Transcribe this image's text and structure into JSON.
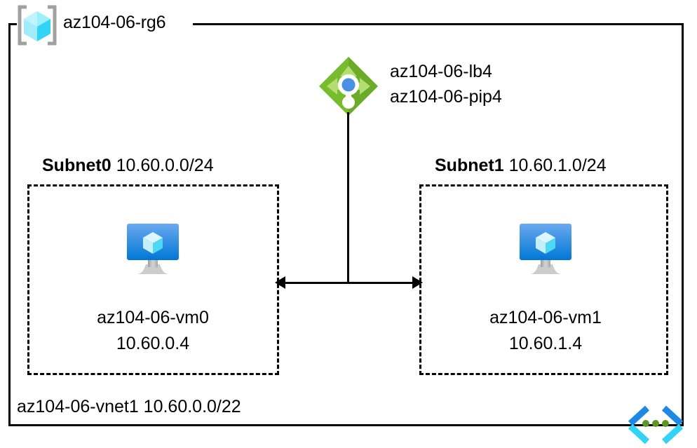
{
  "diagram": {
    "resource_group": {
      "icon": "resource-group-cube-icon",
      "label": "az104-06-rg6"
    },
    "load_balancer": {
      "icon": "load-balancer-icon",
      "labels": [
        "az104-06-lb4",
        "az104-06-pip4"
      ]
    },
    "subnets": [
      {
        "name": "Subnet0",
        "cidr": "10.60.0.0/24",
        "vm": {
          "icon": "virtual-machine-icon",
          "name": "az104-06-vm0",
          "ip": "10.60.0.4"
        }
      },
      {
        "name": "Subnet1",
        "cidr": "10.60.1.0/24",
        "vm": {
          "icon": "virtual-machine-icon",
          "name": "az104-06-vm1",
          "ip": "10.60.1.4"
        }
      }
    ],
    "vnet": {
      "icon": "virtual-network-icon",
      "label": "az104-06-vnet1 10.60.0.0/22"
    },
    "connector": {
      "name": "bidirectional-subnet-link",
      "style": "double-headed-arrow"
    },
    "colors": {
      "line": "#000000",
      "load_balancer_green": "#7FBA00",
      "load_balancer_green_dark": "#5E9624",
      "load_balancer_arrow": "#A4D65E",
      "load_balancer_dot_blue": "#4A90E2",
      "vm_monitor_blue_top": "#5EA0EE",
      "vm_monitor_blue_bottom": "#0078D4",
      "vm_cube_cyan": "#C3F1FA",
      "vm_stand_gray": "#B3B3B3",
      "rg_cube_cyan": "#32D4F5",
      "rg_bracket_gray": "#A0A0A0",
      "vnet_blue": "#1E88E5",
      "vnet_cyan": "#32D4F5",
      "vnet_dot_green": "#5E9624"
    }
  }
}
